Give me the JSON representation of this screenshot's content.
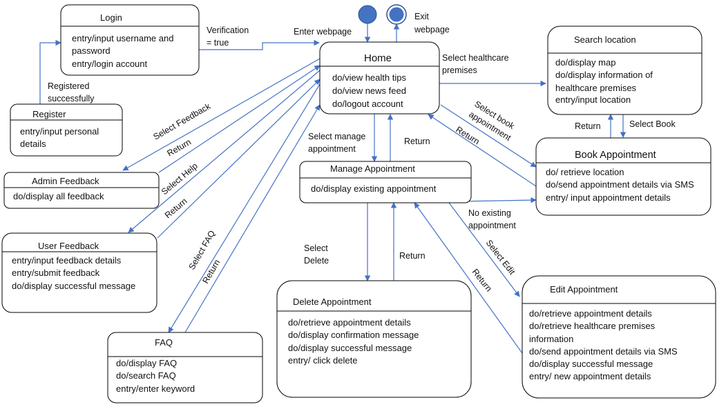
{
  "diagram": {
    "states": {
      "login": {
        "name": "Login",
        "activities": [
          "entry/input username and",
          "password",
          "entry/login account"
        ]
      },
      "register": {
        "name": "Register",
        "activities": [
          "entry/input personal",
          "details"
        ]
      },
      "admin_feedback": {
        "name": "Admin Feedback",
        "activities": [
          "do/display all feedback"
        ]
      },
      "user_feedback": {
        "name": "User Feedback",
        "activities": [
          "entry/input feedback details",
          "entry/submit feedback",
          "do/display successful  message"
        ]
      },
      "faq": {
        "name": "FAQ",
        "activities": [
          "do/display FAQ",
          "do/search FAQ",
          "entry/enter keyword"
        ]
      },
      "home": {
        "name": "Home",
        "activities": [
          "do/view health tips",
          "do/view news feed",
          "do/logout account"
        ]
      },
      "manage_appointment": {
        "name": "Manage Appointment",
        "activities": [
          "do/display existing appointment"
        ]
      },
      "delete_appointment": {
        "name": "Delete Appointment",
        "activities": [
          "do/retrieve appointment details",
          "do/display confirmation message",
          "do/display successful message",
          "entry/ click delete"
        ]
      },
      "search_location": {
        "name": "Search location",
        "activities": [
          "do/display map",
          "do/display information of",
          "healthcare premises",
          "entry/input location"
        ]
      },
      "book_appointment": {
        "name": "Book Appointment",
        "activities": [
          "do/ retrieve location",
          "do/send appointment details via SMS",
          "entry/ input appointment details"
        ]
      },
      "edit_appointment": {
        "name": "Edit Appointment",
        "activities": [
          "do/retrieve appointment details",
          "do/retrieve healthcare premises",
          "information",
          "do/send appointment details via SMS",
          "do/display successful  message",
          "entry/ new appointment details"
        ]
      }
    },
    "transitions": {
      "verification": [
        "Verification",
        "= true"
      ],
      "enter_webpage": "Enter webpage",
      "exit_webpage": [
        "Exit",
        "webpage"
      ],
      "registered": [
        "Registered",
        "successfully"
      ],
      "select_healthcare": [
        "Select healthcare",
        "premises"
      ],
      "select_feedback": "Select Feedback",
      "return_admin": "Return",
      "select_help": "Select Help",
      "return_user": "Return",
      "select_faq": "Select FAQ",
      "return_faq": "Return",
      "select_manage": [
        "Select manage",
        "appointment"
      ],
      "return_manage": "Return",
      "select_book": [
        "Select book",
        "appointment"
      ],
      "return_book": "Return",
      "return_search": "Return",
      "select_book_search": "Select Book",
      "no_existing": [
        "No existing",
        "appointment"
      ],
      "select_delete": [
        "Select",
        "Delete"
      ],
      "return_delete": "Return",
      "select_edit": "Select Edit",
      "return_edit": "Return"
    }
  }
}
